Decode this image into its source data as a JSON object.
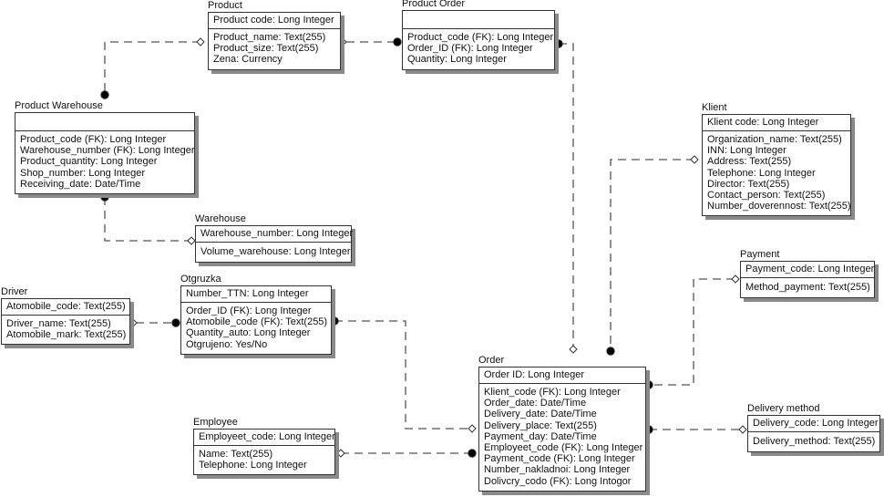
{
  "diagram": {
    "type": "entity-relationship",
    "entities": {
      "product": {
        "name": "Product",
        "pk": "Product  code: Long Integer",
        "attributes": [
          "Product_name: Text(255)",
          "Product_size: Text(255)",
          "Zena: Currency"
        ]
      },
      "product_order": {
        "name": "Product   Order",
        "pk": "",
        "attributes": [
          "Product_code (FK): Long Integer",
          "Order_ID (FK): Long Integer",
          "Quantity: Long Integer"
        ]
      },
      "product_warehouse": {
        "name": "Product   Warehouse",
        "pk": "",
        "attributes": [
          "Product_code (FK): Long Integer",
          "Warehouse_number (FK): Long Integer",
          "Product_quantity: Long Integer",
          "Shop_number: Long Integer",
          "Receiving_date: Date/Time"
        ]
      },
      "warehouse": {
        "name": "Warehouse",
        "pk": "Warehouse_number: Long Integer",
        "attributes": [
          "Volume_warehouse: Long Integer"
        ]
      },
      "klient": {
        "name": "Klient",
        "pk": "Klient  code: Long Integer",
        "attributes": [
          "Organization_name: Text(255)",
          "INN: Long Integer",
          "Address: Text(255)",
          "Telephone: Long Integer",
          "Director: Text(255)",
          "Contact_person: Text(255)",
          "Number_doverennost: Text(255)"
        ]
      },
      "payment": {
        "name": "Payment",
        "pk": "Payment_code: Long Integer",
        "attributes": [
          "Method_payment: Text(255)"
        ]
      },
      "driver": {
        "name": "Driver",
        "pk": "Atomobile_code: Text(255)",
        "attributes": [
          "Driver_name: Text(255)",
          "Atomobile_mark: Text(255)"
        ]
      },
      "otgruzka": {
        "name": "Otgruzka",
        "pk": "Number_TTN: Long Integer",
        "attributes": [
          "Order_ID (FK): Long Integer",
          "Atomobile_code (FK): Text(255)",
          "Quantity_auto: Long Integer",
          "Otgrujeno: Yes/No"
        ]
      },
      "order": {
        "name": "Order",
        "pk": "Order  ID: Long Integer",
        "attributes": [
          "Klient_code (FK): Long Integer",
          "Order_date: Date/Time",
          "Delivery_date: Date/Time",
          "Delivery_place: Text(255)",
          "Payment_day: Date/Time",
          "Employeet_code (FK): Long Integer",
          "Payment_code (FK): Long Integer",
          "Number_nakladnoi: Long Integer",
          "Dolivcry_codo (FK): Long Intogor"
        ]
      },
      "employee": {
        "name": "Employee",
        "pk": "Employeet_code: Long Integer",
        "attributes": [
          "Name: Text(255)",
          "Telephone: Long Integer"
        ]
      },
      "delivery_method": {
        "name": "Delivery  method",
        "pk": "Delivery_code: Long Integer",
        "attributes": [
          "Delivery_method: Text(255)"
        ]
      }
    },
    "relationships": [
      {
        "from": "product",
        "to": "product_order",
        "from_end": "one",
        "to_end": "many"
      },
      {
        "from": "product",
        "to": "product_warehouse",
        "from_end": "one",
        "to_end": "many"
      },
      {
        "from": "warehouse",
        "to": "product_warehouse",
        "from_end": "one",
        "to_end": "many"
      },
      {
        "from": "order",
        "to": "product_order",
        "from_end": "one",
        "to_end": "many"
      },
      {
        "from": "klient",
        "to": "order",
        "from_end": "one",
        "to_end": "many"
      },
      {
        "from": "payment",
        "to": "order",
        "from_end": "one",
        "to_end": "many"
      },
      {
        "from": "delivery_method",
        "to": "order",
        "from_end": "one",
        "to_end": "many"
      },
      {
        "from": "driver",
        "to": "otgruzka",
        "from_end": "one",
        "to_end": "many"
      },
      {
        "from": "order",
        "to": "otgruzka",
        "from_end": "one",
        "to_end": "many"
      },
      {
        "from": "employee",
        "to": "order",
        "from_end": "one",
        "to_end": "many"
      }
    ]
  }
}
